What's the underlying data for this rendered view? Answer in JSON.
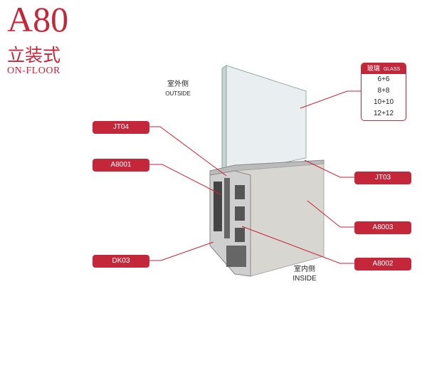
{
  "title": "A80",
  "subtitle_cn": "立装式",
  "subtitle_en": "ON-FLOOR",
  "outside": {
    "cn": "室外侧",
    "en": "OUTSIDE"
  },
  "inside": {
    "cn": "室内侧",
    "en": "INSIDE"
  },
  "glass": {
    "head_cn": "玻璃",
    "head_en": "GLASS",
    "options": [
      "6+6",
      "8+8",
      "10+10",
      "12+12"
    ]
  },
  "labels": {
    "jt04": "JT04",
    "a8001": "A8001",
    "dk03": "DK03",
    "jt03": "JT03",
    "a8003": "A8003",
    "a8002": "A8002"
  },
  "colors": {
    "accent": "#c4263a"
  }
}
